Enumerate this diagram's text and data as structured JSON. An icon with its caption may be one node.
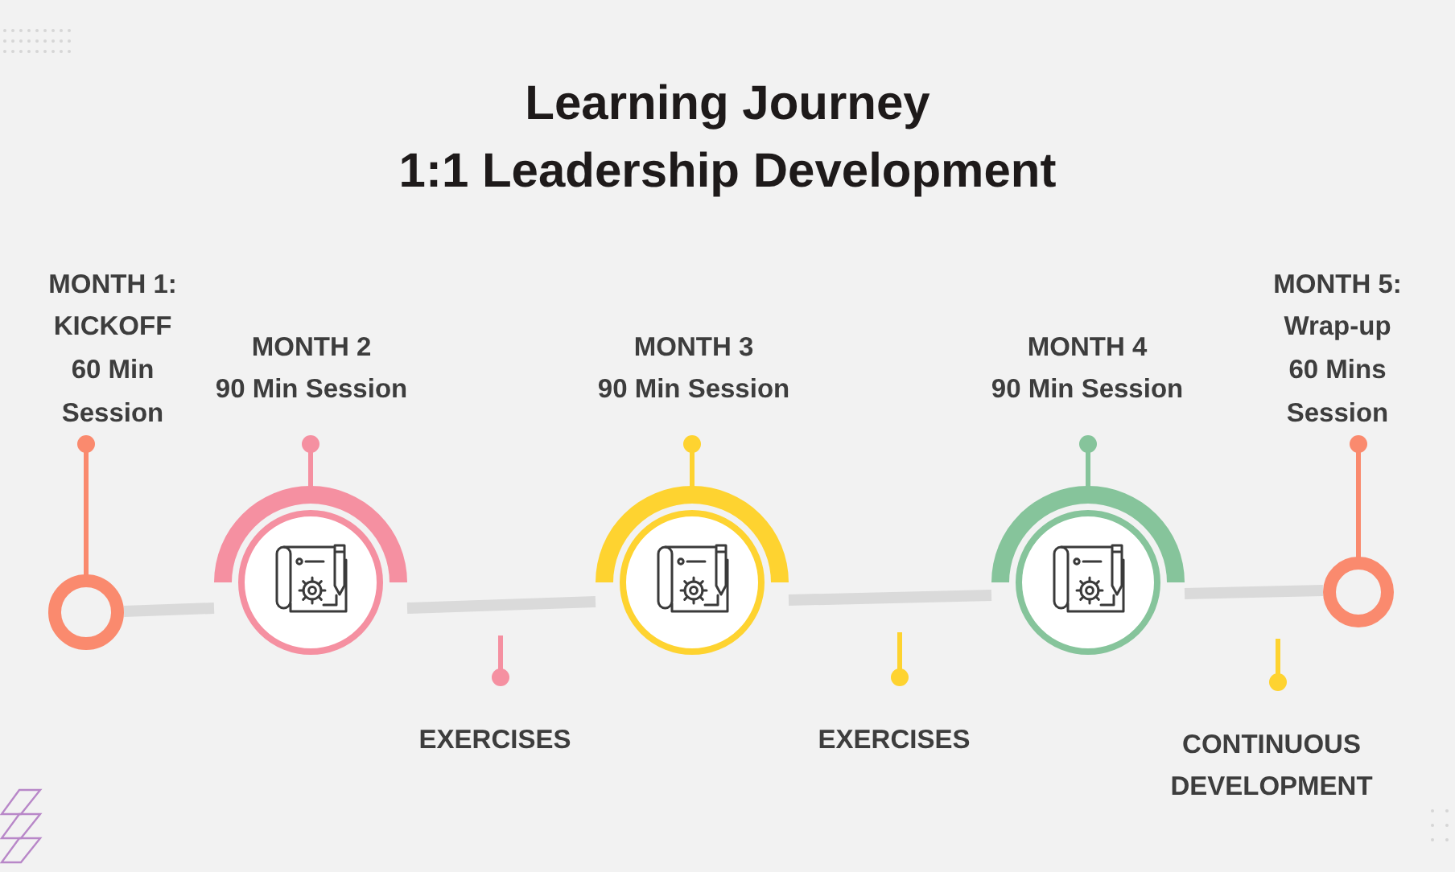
{
  "diagram": {
    "title": "Learning Journey 1:1 Leadership Development",
    "nodes": [
      {
        "text": [],
        "shape": "circle",
        "beside": [
          "MONTH 1: KICKOFF",
          "60 Min Session"
        ]
      },
      {
        "text": [],
        "shape": "circle",
        "beside": [
          "MONTH 2",
          "90 Min Session"
        ]
      },
      {
        "text": [],
        "shape": "circle",
        "beside": [
          "MONTH 3",
          "90 Min Session"
        ]
      },
      {
        "text": [],
        "shape": "circle",
        "beside": [
          "MONTH 4",
          "90 Min Session"
        ]
      },
      {
        "text": [],
        "shape": "circle",
        "beside": [
          "MONTH 5: Wrap-up",
          "60 Mins Session"
        ]
      }
    ],
    "edges": [
      {
        "from": 0,
        "to": 1,
        "arrow": "none"
      },
      {
        "from": 1,
        "to": 2,
        "arrow": "none"
      },
      {
        "from": 2,
        "to": 3,
        "arrow": "none"
      },
      {
        "from": 3,
        "to": 4,
        "arrow": "none"
      }
    ],
    "labels": [
      "EXERCISES",
      "EXERCISES",
      "CONTINUOUS DEVELOPMENT"
    ]
  }
}
